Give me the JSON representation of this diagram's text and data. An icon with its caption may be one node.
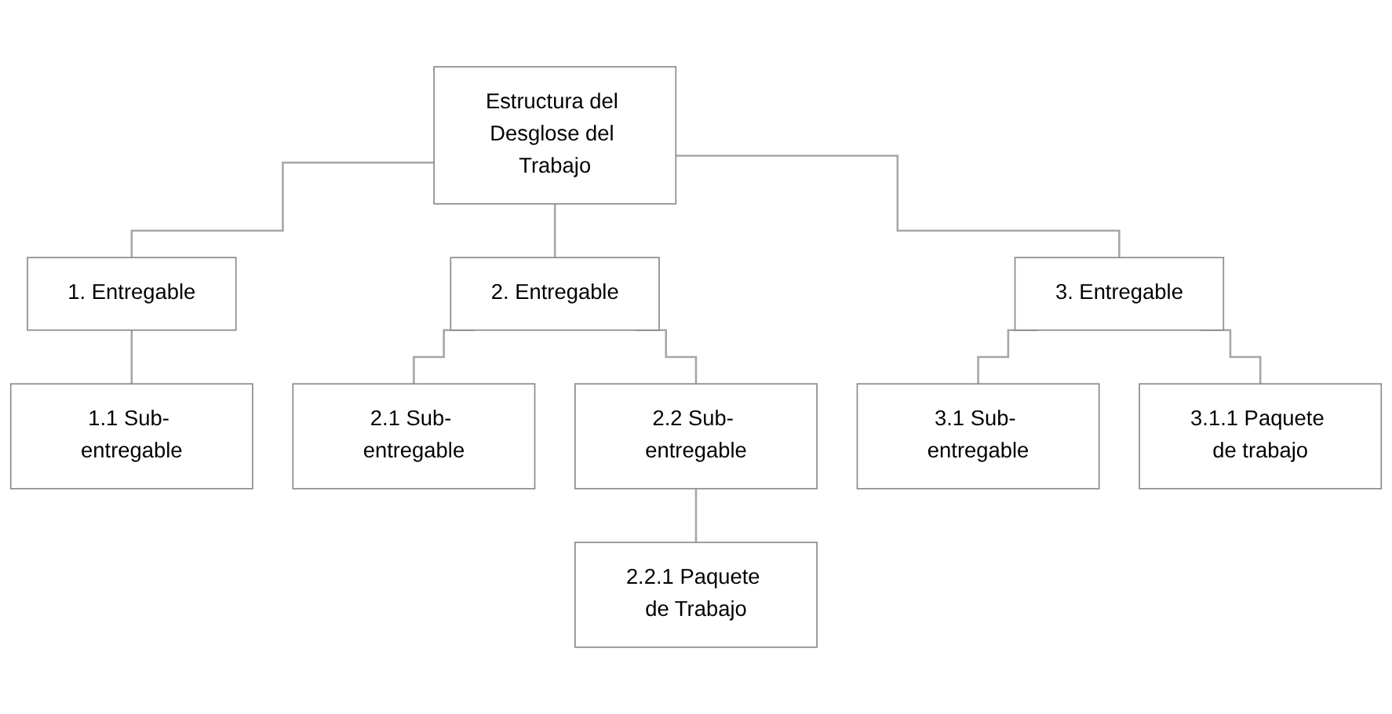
{
  "diagram": {
    "nodes": [
      {
        "text": [
          "Estructura del Desglose del Trabajo"
        ]
      },
      {
        "text": [
          "1. Entregable"
        ]
      },
      {
        "text": [
          "2. Entregable"
        ]
      },
      {
        "text": [
          "3. Entregable"
        ]
      },
      {
        "text": [
          "1.1 Sub- entregable"
        ]
      },
      {
        "text": [
          "2.1 Sub- entregable"
        ]
      },
      {
        "text": [
          "2.2 Sub- entregable"
        ]
      },
      {
        "text": [
          "3.1 Sub- entregable"
        ]
      },
      {
        "text": [
          "2.2.1 Paquete de Trabajo"
        ]
      },
      {
        "text": [
          "3.1.1 Paquete de trabajo"
        ]
      }
    ],
    "edges": [
      {
        "from": 0,
        "to": 1,
        "arrow": "none"
      },
      {
        "from": 0,
        "to": 2,
        "arrow": "none"
      },
      {
        "from": 0,
        "to": 3,
        "arrow": "none"
      },
      {
        "from": 1,
        "to": 4,
        "arrow": "none"
      },
      {
        "from": 2,
        "to": 5,
        "arrow": "none"
      },
      {
        "from": 2,
        "to": 6,
        "arrow": "none"
      },
      {
        "from": 3,
        "to": 7,
        "arrow": "none"
      },
      {
        "from": 3,
        "to": 9,
        "arrow": "none"
      },
      {
        "from": 6,
        "to": 8,
        "arrow": "none"
      }
    ]
  }
}
